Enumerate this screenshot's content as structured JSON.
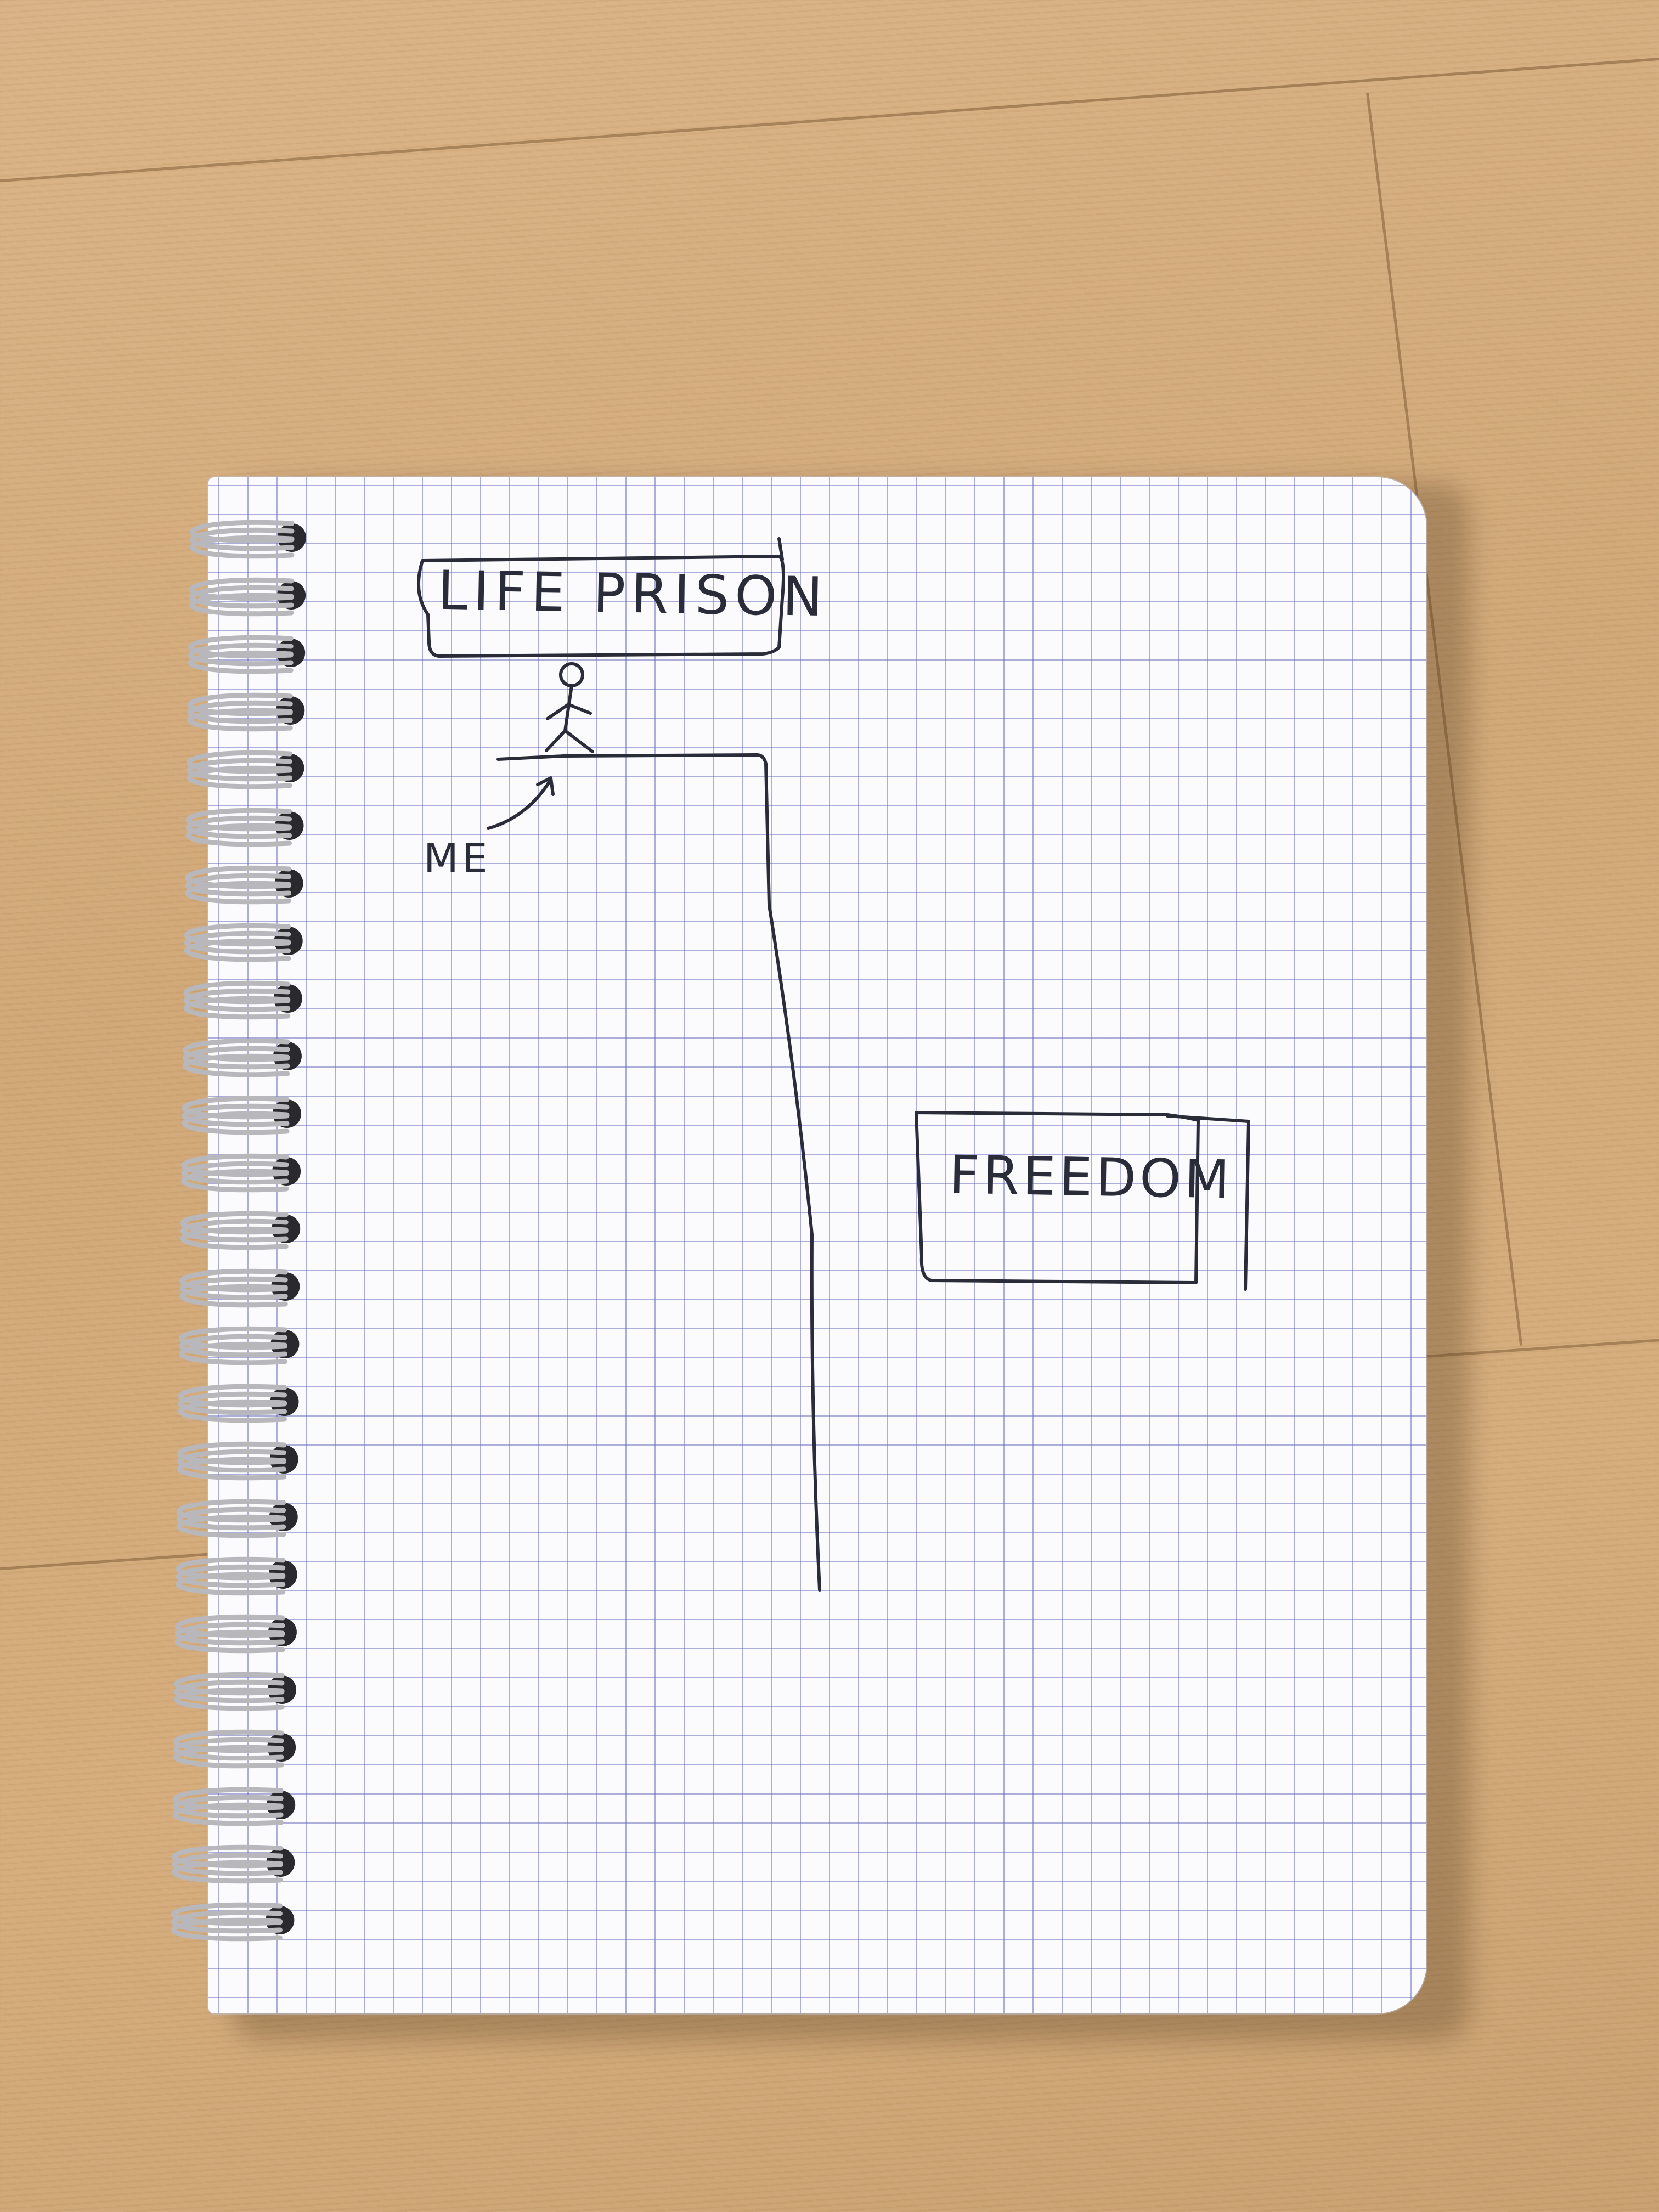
{
  "scene": {
    "description_tag": "photo-of-spiral-notebook-sketch",
    "colors": {
      "wood": "#d1a878",
      "paper": "#fbfbfd",
      "grid": "#6e6ebe",
      "ink": "#2a2c3a",
      "spiral": "#b8b8bc",
      "hole": "#2a2a2e"
    }
  },
  "drawing": {
    "top_box_text": "LIFE PRISON",
    "pointer_text": "ME",
    "bottom_box_text": "FREEDOM"
  },
  "icons": [
    "stick-figure-icon",
    "arrow-icon"
  ]
}
